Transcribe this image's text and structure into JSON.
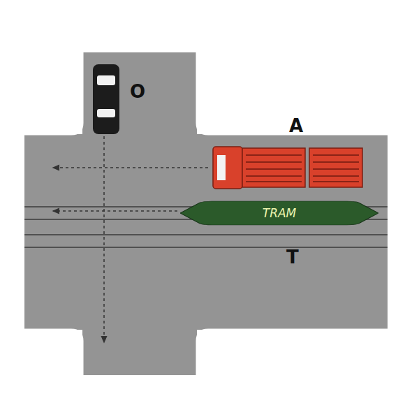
{
  "diagram": {
    "nodes": [
      {
        "text": [
          "TRAM"
        ]
      }
    ],
    "labels": [
      "O",
      "A",
      "T"
    ]
  }
}
